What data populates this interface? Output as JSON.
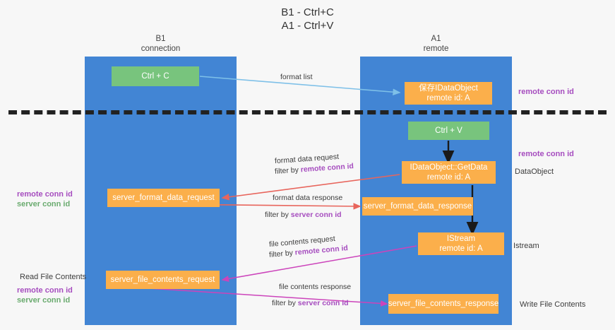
{
  "title": {
    "line1": "B1 - Ctrl+C",
    "line2": "A1 - Ctrl+V"
  },
  "columns": {
    "left": {
      "name": "B1",
      "role": "connection"
    },
    "right": {
      "name": "A1",
      "role": "remote"
    }
  },
  "nodes": {
    "ctrl_c": {
      "label": "Ctrl + C",
      "color": "#78c47d"
    },
    "idataobject": {
      "line1": "保存IDataObject",
      "line2": "remote id: A",
      "color": "#fbaf4b"
    },
    "ctrl_v": {
      "label": "Ctrl + V",
      "color": "#78c47d"
    },
    "getdata": {
      "line1": "IDataObject::GetData",
      "line2": "remote id: A",
      "color": "#fbaf4b"
    },
    "server_format_data_request": {
      "label": "server_format_data_request",
      "color": "#fbaf4b"
    },
    "server_format_data_response": {
      "label": "server_format_data_response",
      "color": "#fbaf4b"
    },
    "istream": {
      "line1": "IStream",
      "line2": "remote id: A",
      "color": "#fbaf4b"
    },
    "server_file_contents_request": {
      "label": "server_file_contents_request",
      "color": "#fbaf4b"
    },
    "server_file_contents_response": {
      "label": "server_file_contents_response",
      "color": "#fbaf4b"
    }
  },
  "edge_labels": {
    "format_list": "format list",
    "format_data_request": "format data request",
    "format_data_request_filter_prefix": "filter by ",
    "format_data_request_filter_id": "remote conn id",
    "format_data_response": "format data response",
    "format_data_response_filter_prefix": "filter by ",
    "format_data_response_filter_id": "server conn id",
    "file_contents_request": "file contents request",
    "file_contents_request_filter_prefix": "filter by ",
    "file_contents_request_filter_id": "remote conn id",
    "file_contents_response": "file contents response",
    "file_contents_response_filter_prefix": "filter by ",
    "file_contents_response_filter_id": "server conn id"
  },
  "side_labels": {
    "right_remote_conn_id_top": "remote conn id",
    "right_remote_conn_id_mid": "remote conn id",
    "right_dataobject": "DataObject",
    "right_istream": "Istream",
    "right_write_file_contents": "Write File Contents",
    "left_remote_conn_id": "remote conn id",
    "left_server_conn_id": "server conn id",
    "left_read_file_contents": "Read File Contents",
    "left_remote_conn_id_2": "remote conn id",
    "left_server_conn_id_2": "server conn id"
  },
  "colors": {
    "lane": "#4285d4",
    "green": "#78c47d",
    "orange": "#fbaf4b",
    "purple_id": "#a64dbf",
    "green_id": "#6aab6f",
    "arrow_blue": "#7ec0e8",
    "arrow_red": "#e8655c",
    "arrow_magenta": "#cc44bb",
    "arrow_black": "#1a1a1a",
    "divider": "#222222",
    "background": "#f7f7f7"
  }
}
